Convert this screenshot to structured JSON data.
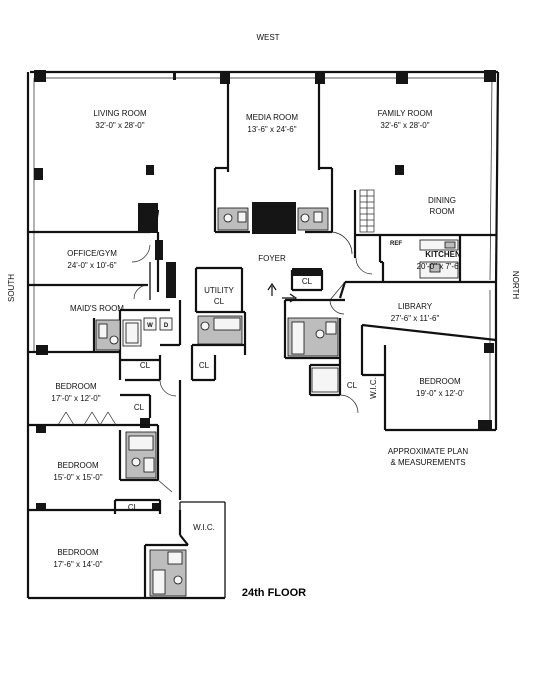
{
  "compass": {
    "west": "WEST",
    "south": "SOUTH",
    "north": "NORTH"
  },
  "rooms": {
    "living": {
      "name": "LIVING ROOM",
      "dims": "32'-0\" x 28'-0\""
    },
    "media": {
      "name": "MEDIA ROOM",
      "dims": "13'-6\" x 24'-6\""
    },
    "family": {
      "name": "FAMILY ROOM",
      "dims": "32'-6\" x 28'-0\""
    },
    "dining": {
      "line1": "DINING",
      "line2": "ROOM"
    },
    "office": {
      "name": "OFFICE/GYM",
      "dims": "24'-0\" x 10'-6\""
    },
    "foyer": {
      "name": "FOYER"
    },
    "utility": {
      "line1": "UTILITY",
      "line2": "CL"
    },
    "kitchen": {
      "name": "KITCHEN",
      "dims": "20'-0\" x 7'-6\""
    },
    "maids": {
      "name": "MAID'S ROOM"
    },
    "library": {
      "name": "LIBRARY",
      "dims": "27'-6\" x 11'-6\""
    },
    "bed1": {
      "name": "BEDROOM",
      "dims": "17'-0\" x 12'-0\""
    },
    "bed2": {
      "name": "BEDROOM",
      "dims": "15'-0\" x 15'-0\""
    },
    "bed3": {
      "name": "BEDROOM",
      "dims": "17'-6\" x 14'-0\""
    },
    "master": {
      "name": "BEDROOM",
      "dims": "19'-0\" x 12'-0'"
    }
  },
  "closets": {
    "cl": "CL",
    "wic": "W.I.C.",
    "wic_vertical": "W.I.C."
  },
  "appliances": {
    "ref": "REF",
    "washer": "W",
    "dryer": "D"
  },
  "note": {
    "line1": "APPROXIMATE PLAN",
    "line2": "& MEASUREMENTS"
  },
  "floor_label": "24th FLOOR"
}
